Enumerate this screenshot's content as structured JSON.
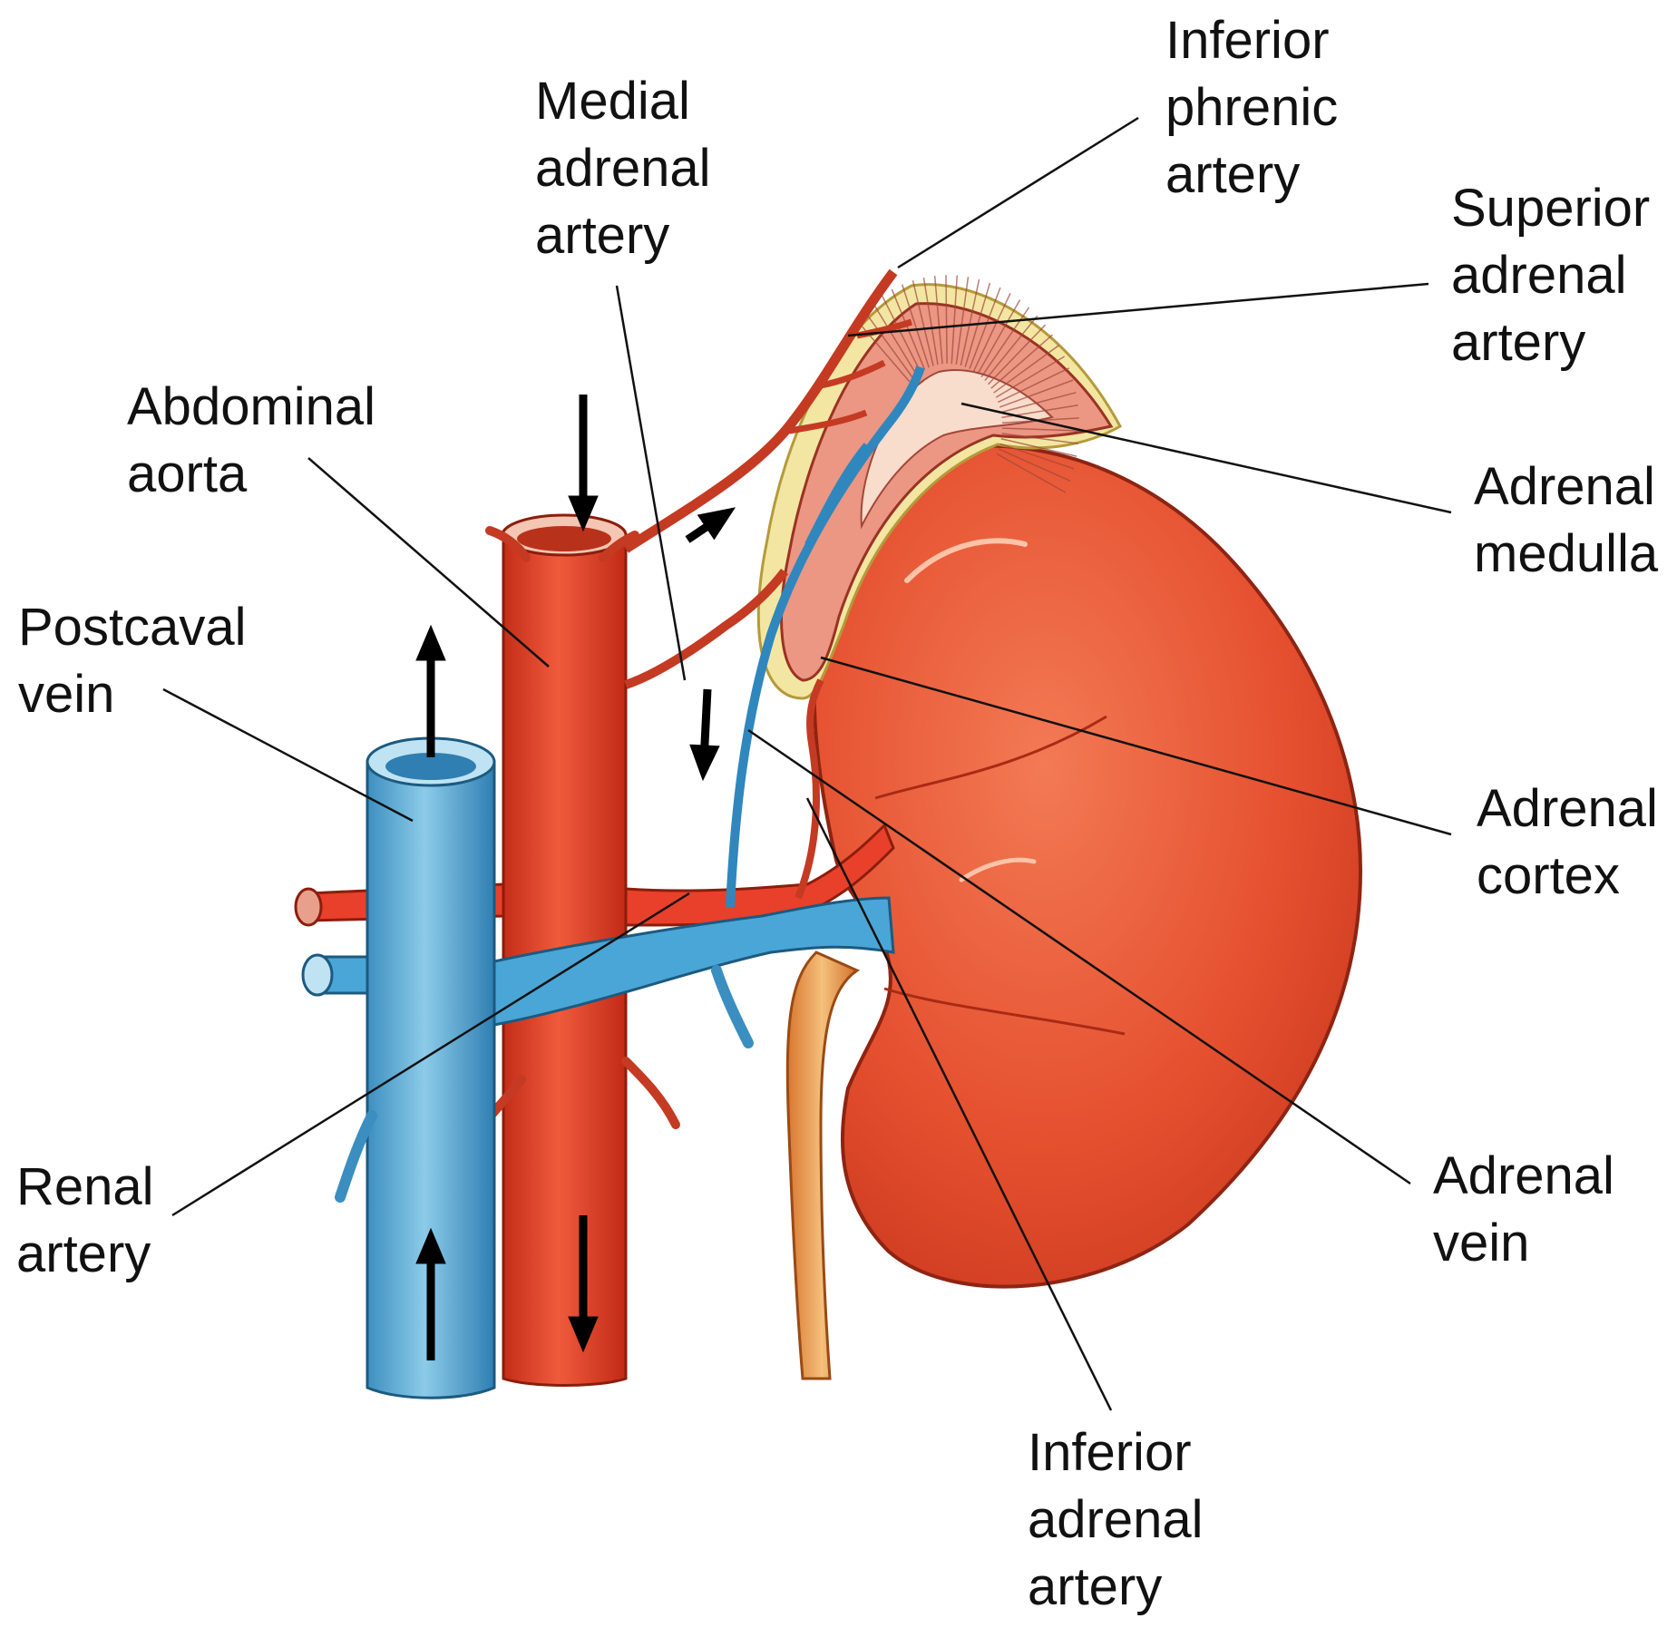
{
  "colors": {
    "artery": "#e8402a",
    "artery_dark": "#b52716",
    "vein": "#4aa6d6",
    "vein_dark": "#1f6e9a",
    "kidney": "#e8502e",
    "kidney_dark": "#b8321b",
    "adrenal_cortex": "#eea08f",
    "adrenal_medulla": "#f7d6c8",
    "fat": "#f3e6a3",
    "ureter": "#e59a4e",
    "leader": "#111111",
    "arrow": "#000000"
  },
  "labels": {
    "inferior_phrenic_artery": [
      "Inferior",
      "phrenic",
      "artery"
    ],
    "medial_adrenal_artery": [
      "Medial",
      "adrenal",
      "artery"
    ],
    "superior_adrenal_artery": [
      "Superior",
      "adrenal",
      "artery"
    ],
    "abdominal_aorta": [
      "Abdominal",
      "aorta"
    ],
    "adrenal_medulla": [
      "Adrenal",
      "medulla"
    ],
    "postcaval_vein": [
      "Postcaval",
      "vein"
    ],
    "adrenal_cortex": [
      "Adrenal",
      "cortex"
    ],
    "renal_artery": [
      "Renal",
      "artery"
    ],
    "adrenal_vein": [
      "Adrenal",
      "vein"
    ],
    "inferior_adrenal_artery": [
      "Inferior",
      "adrenal",
      "artery"
    ]
  }
}
